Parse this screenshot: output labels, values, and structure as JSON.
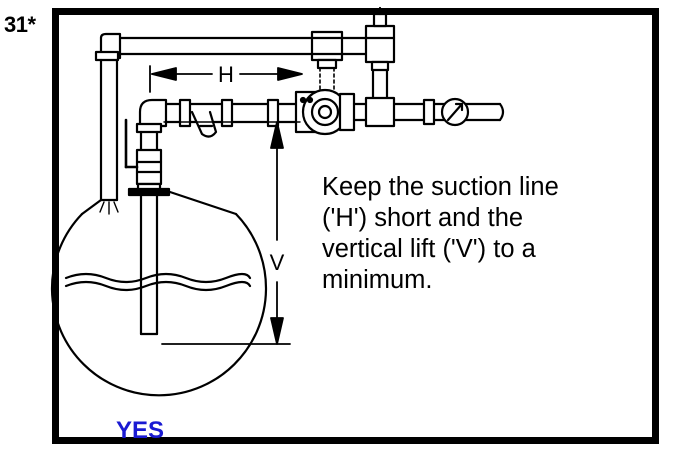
{
  "figure": {
    "number": "31*"
  },
  "labels": {
    "h": "H",
    "v": "V"
  },
  "caption": {
    "lines": [
      "Keep the suction line",
      "('H') short and the",
      "vertical lift ('V')  to a",
      "minimum."
    ]
  },
  "verdict": {
    "text": "YES",
    "color": "#1a1ad2"
  }
}
